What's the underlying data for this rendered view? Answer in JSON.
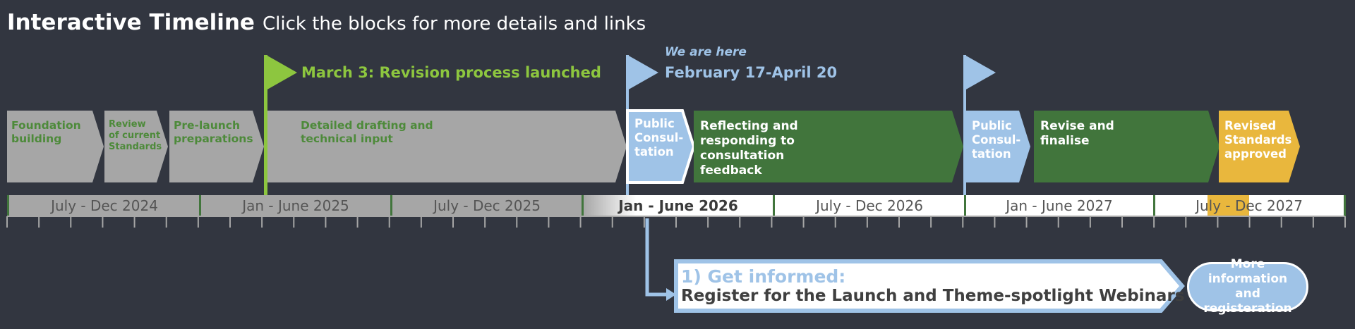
{
  "header": {
    "title": "Interactive Timeline",
    "subtitle": "Click the blocks for more details and links"
  },
  "flags": {
    "launch": {
      "label": "March 3: Revision process launched"
    },
    "current": {
      "sublabel": "We are here",
      "label": "February 17-April 20"
    }
  },
  "blocks": [
    {
      "label": "Foundation\nbuilding",
      "phase": "complete"
    },
    {
      "label": "Review\nof current\nStandards",
      "phase": "complete"
    },
    {
      "label": "Pre-launch\npreparations",
      "phase": "complete"
    },
    {
      "label": "Detailed drafting and\ntechnical input",
      "phase": "complete"
    },
    {
      "label": "Public\nConsul-\ntation",
      "phase": "current"
    },
    {
      "label": "Reflecting and\nresponding to\nconsultation\nfeedback",
      "phase": "upcoming"
    },
    {
      "label": "Public\nConsul-\ntation",
      "phase": "upcoming"
    },
    {
      "label": "Revise and\nfinalise",
      "phase": "upcoming"
    },
    {
      "label": "Revised\nStandards\napproved",
      "phase": "milestone"
    }
  ],
  "periods": [
    "July - Dec 2024",
    "Jan - June 2025",
    "July - Dec 2025",
    "Jan - June 2026",
    "July - Dec 2026",
    "Jan - June 2027",
    "July - Dec 2027"
  ],
  "current_period": "Jan - June 2026",
  "call_to_action": {
    "title": "1) Get informed:",
    "text": "Register for the Launch and Theme-spotlight Webinars",
    "button": "More information\nand registeration"
  },
  "colors": {
    "background": "#323640",
    "complete": "#a6a6a6",
    "complete_text": "#4d8a3a",
    "current": "#9fc3e7",
    "upcoming": "#41753c",
    "milestone": "#e9b73d",
    "launch_flag": "#8dc63f"
  },
  "icons": [
    "flag-icon",
    "arrow-icon"
  ]
}
